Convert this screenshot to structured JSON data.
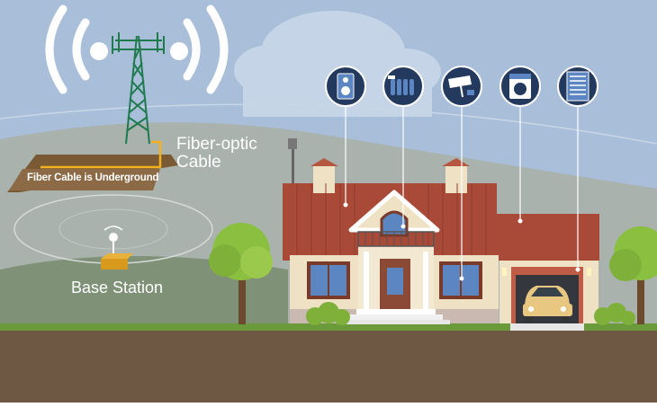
{
  "labels": {
    "fiber_optic_line1": "Fiber-optic",
    "fiber_optic_line2": "Cable",
    "underground": "Fiber Cable is Underground",
    "base_station": "Base Station"
  },
  "devices": [
    {
      "name": "speaker-icon"
    },
    {
      "name": "radiator-icon"
    },
    {
      "name": "security-camera-icon"
    },
    {
      "name": "washing-machine-icon"
    },
    {
      "name": "server-rack-icon"
    }
  ],
  "colors": {
    "sky": "#a8bed9",
    "hill_far": "#a9b2ad",
    "hill_near": "#7f9278",
    "ground": "#6f5843",
    "grass": "#6a9a3a",
    "roof": "#a84a37",
    "wall": "#efe2c4",
    "tower": "#1f7a4e",
    "cable": "#f2b01e",
    "icon_circle": "#23395d"
  }
}
